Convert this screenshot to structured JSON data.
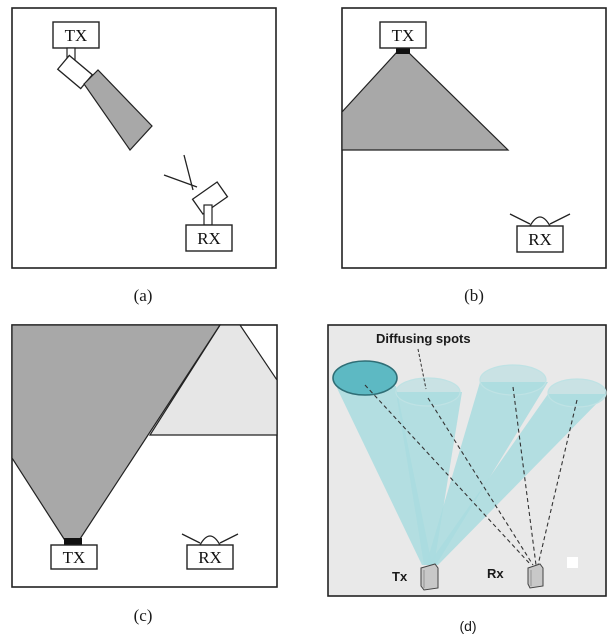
{
  "panels": {
    "a": {
      "caption": "(a)",
      "tx_label": "TX",
      "rx_label": "RX"
    },
    "b": {
      "caption": "(b)",
      "tx_label": "TX",
      "rx_label": "RX"
    },
    "c": {
      "caption": "(c)",
      "tx_label": "TX",
      "rx_label": "RX"
    },
    "d": {
      "caption": "(d)",
      "title": "Diffusing spots",
      "tx_label": "Tx",
      "rx_label": "Rx"
    }
  },
  "colors": {
    "beam_gray": "#a8a8a8",
    "reflection_gray": "#e6e6e6",
    "panel_d_background": "#e9e9e9",
    "diffuse_cyan": "#a9dcdf",
    "spot_dark": "#5db9c3",
    "outline": "#222222"
  }
}
